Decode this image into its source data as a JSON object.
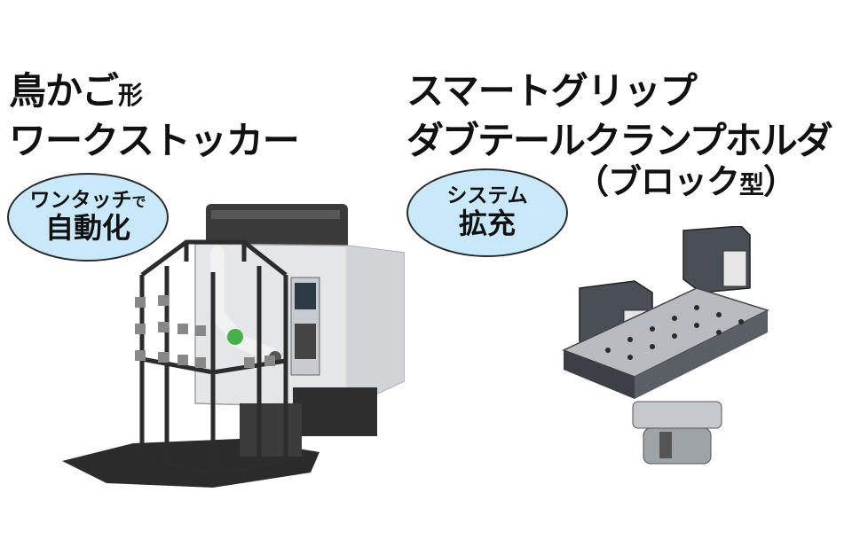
{
  "left": {
    "title_line1": "鳥かご",
    "title_line1_small": "形",
    "title_line2": "ワークストッカー",
    "bubble_line1": "ワンタッチ",
    "bubble_line1_small": "で",
    "bubble_line2": "自動化"
  },
  "right": {
    "title_line1": "スマートグリップ",
    "title_line2": "ダブテールクランプホルダ",
    "title_line3_open": "（ブロック",
    "title_line3_small": "型",
    "title_line3_close": "）",
    "bubble_line1": "システム",
    "bubble_line2": "拡充"
  },
  "colors": {
    "bubble_fill": "#c9e9fb",
    "text": "#111111",
    "machine_dark": "#3a3a3a",
    "machine_light": "#e4e6e8"
  },
  "icons": [
    "work-stocker-machine-illustration",
    "dovetail-clamp-holder-illustration"
  ]
}
